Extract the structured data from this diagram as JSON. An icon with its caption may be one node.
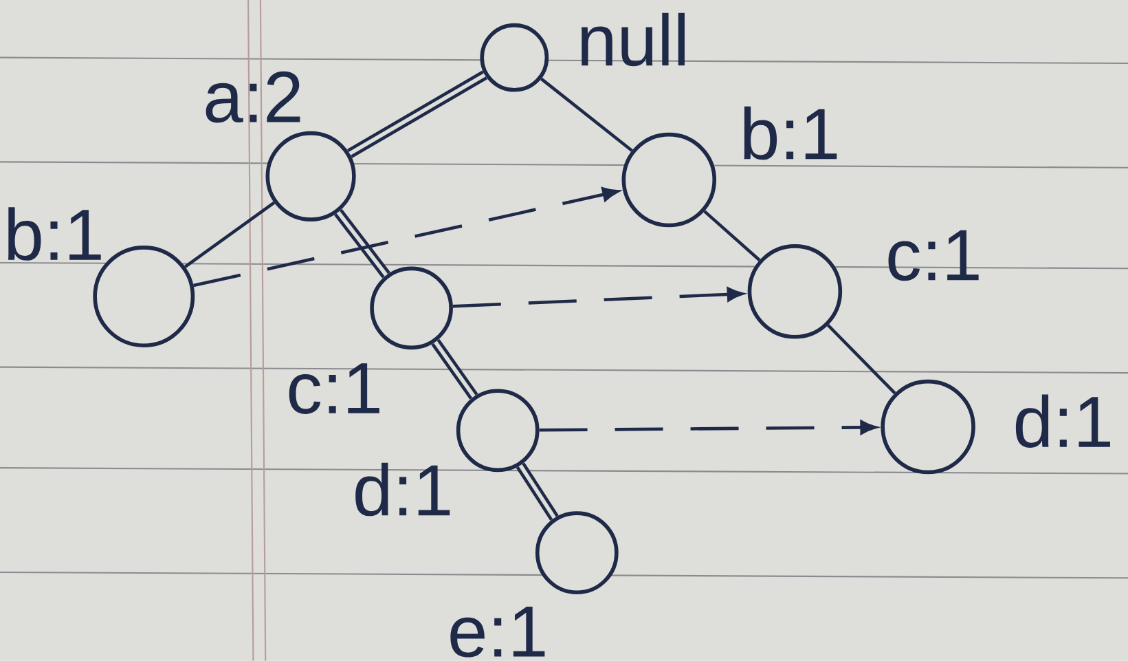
{
  "diagram": {
    "nodes": [
      {
        "text": [],
        "shape": "circle",
        "beside": [
          "null"
        ]
      },
      {
        "text": [],
        "shape": "circle",
        "beside": [
          "a:2"
        ]
      },
      {
        "text": [],
        "shape": "circle",
        "beside": [
          "b:1"
        ]
      },
      {
        "text": [],
        "shape": "circle",
        "beside": [
          "b:1"
        ]
      },
      {
        "text": [],
        "shape": "circle",
        "beside": [
          "c:1"
        ]
      },
      {
        "text": [],
        "shape": "circle",
        "beside": [
          "c:1"
        ]
      },
      {
        "text": [],
        "shape": "circle",
        "beside": [
          "d:1"
        ]
      },
      {
        "text": [],
        "shape": "circle",
        "beside": [
          "d:1"
        ]
      },
      {
        "text": [],
        "shape": "circle",
        "beside": [
          "e:1"
        ]
      }
    ],
    "edges": [
      {
        "from": 0,
        "to": 1,
        "arrow": "none",
        "style": "thick"
      },
      {
        "from": 0,
        "to": 2,
        "arrow": "none"
      },
      {
        "from": 1,
        "to": 3,
        "arrow": "none"
      },
      {
        "from": 1,
        "to": 4,
        "arrow": "none",
        "style": "thick"
      },
      {
        "from": 2,
        "to": 5,
        "arrow": "none"
      },
      {
        "from": 4,
        "to": 6,
        "arrow": "none",
        "style": "thick"
      },
      {
        "from": 5,
        "to": 7,
        "arrow": "none"
      },
      {
        "from": 6,
        "to": 8,
        "arrow": "none",
        "style": "thick"
      },
      {
        "from": 3,
        "to": 2,
        "arrow": "to",
        "style": "dashed"
      },
      {
        "from": 4,
        "to": 5,
        "arrow": "to",
        "style": "dashed"
      },
      {
        "from": 6,
        "to": 7,
        "arrow": "to",
        "style": "dashed"
      }
    ]
  }
}
